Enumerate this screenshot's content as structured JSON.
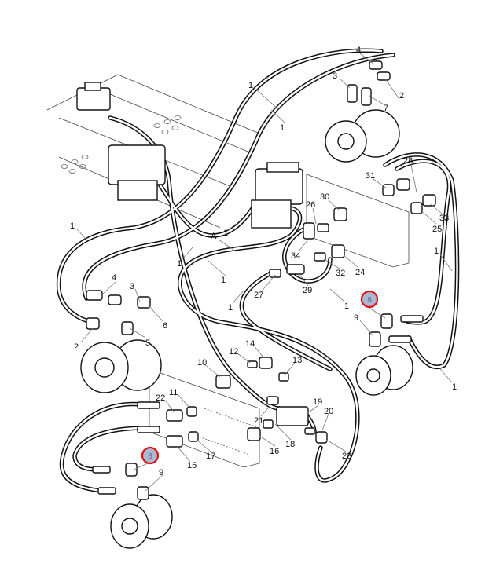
{
  "callouts": {
    "c1": "1",
    "cA": "A",
    "c2": "2",
    "c3": "3",
    "c4": "4",
    "c5": "5",
    "c6": "6",
    "c7": "7",
    "c8": "8",
    "c9": "9",
    "c10": "10",
    "c11": "11",
    "c12": "12",
    "c13": "13",
    "c14": "14",
    "c15": "15",
    "c16": "16",
    "c17": "17",
    "c18": "18",
    "c19": "19",
    "c20": "20",
    "c21": "21",
    "c22": "22",
    "c23": "23",
    "c24": "24",
    "c25": "25",
    "c26": "26",
    "c27": "27",
    "c28": "28",
    "c29": "29",
    "c30": "30",
    "c31": "31",
    "c32": "32",
    "c33": "33",
    "c34": "34"
  },
  "colors": {
    "highlight_ring": "#e01010",
    "highlight_fill": "#a9b8d3",
    "line": "#111111"
  }
}
